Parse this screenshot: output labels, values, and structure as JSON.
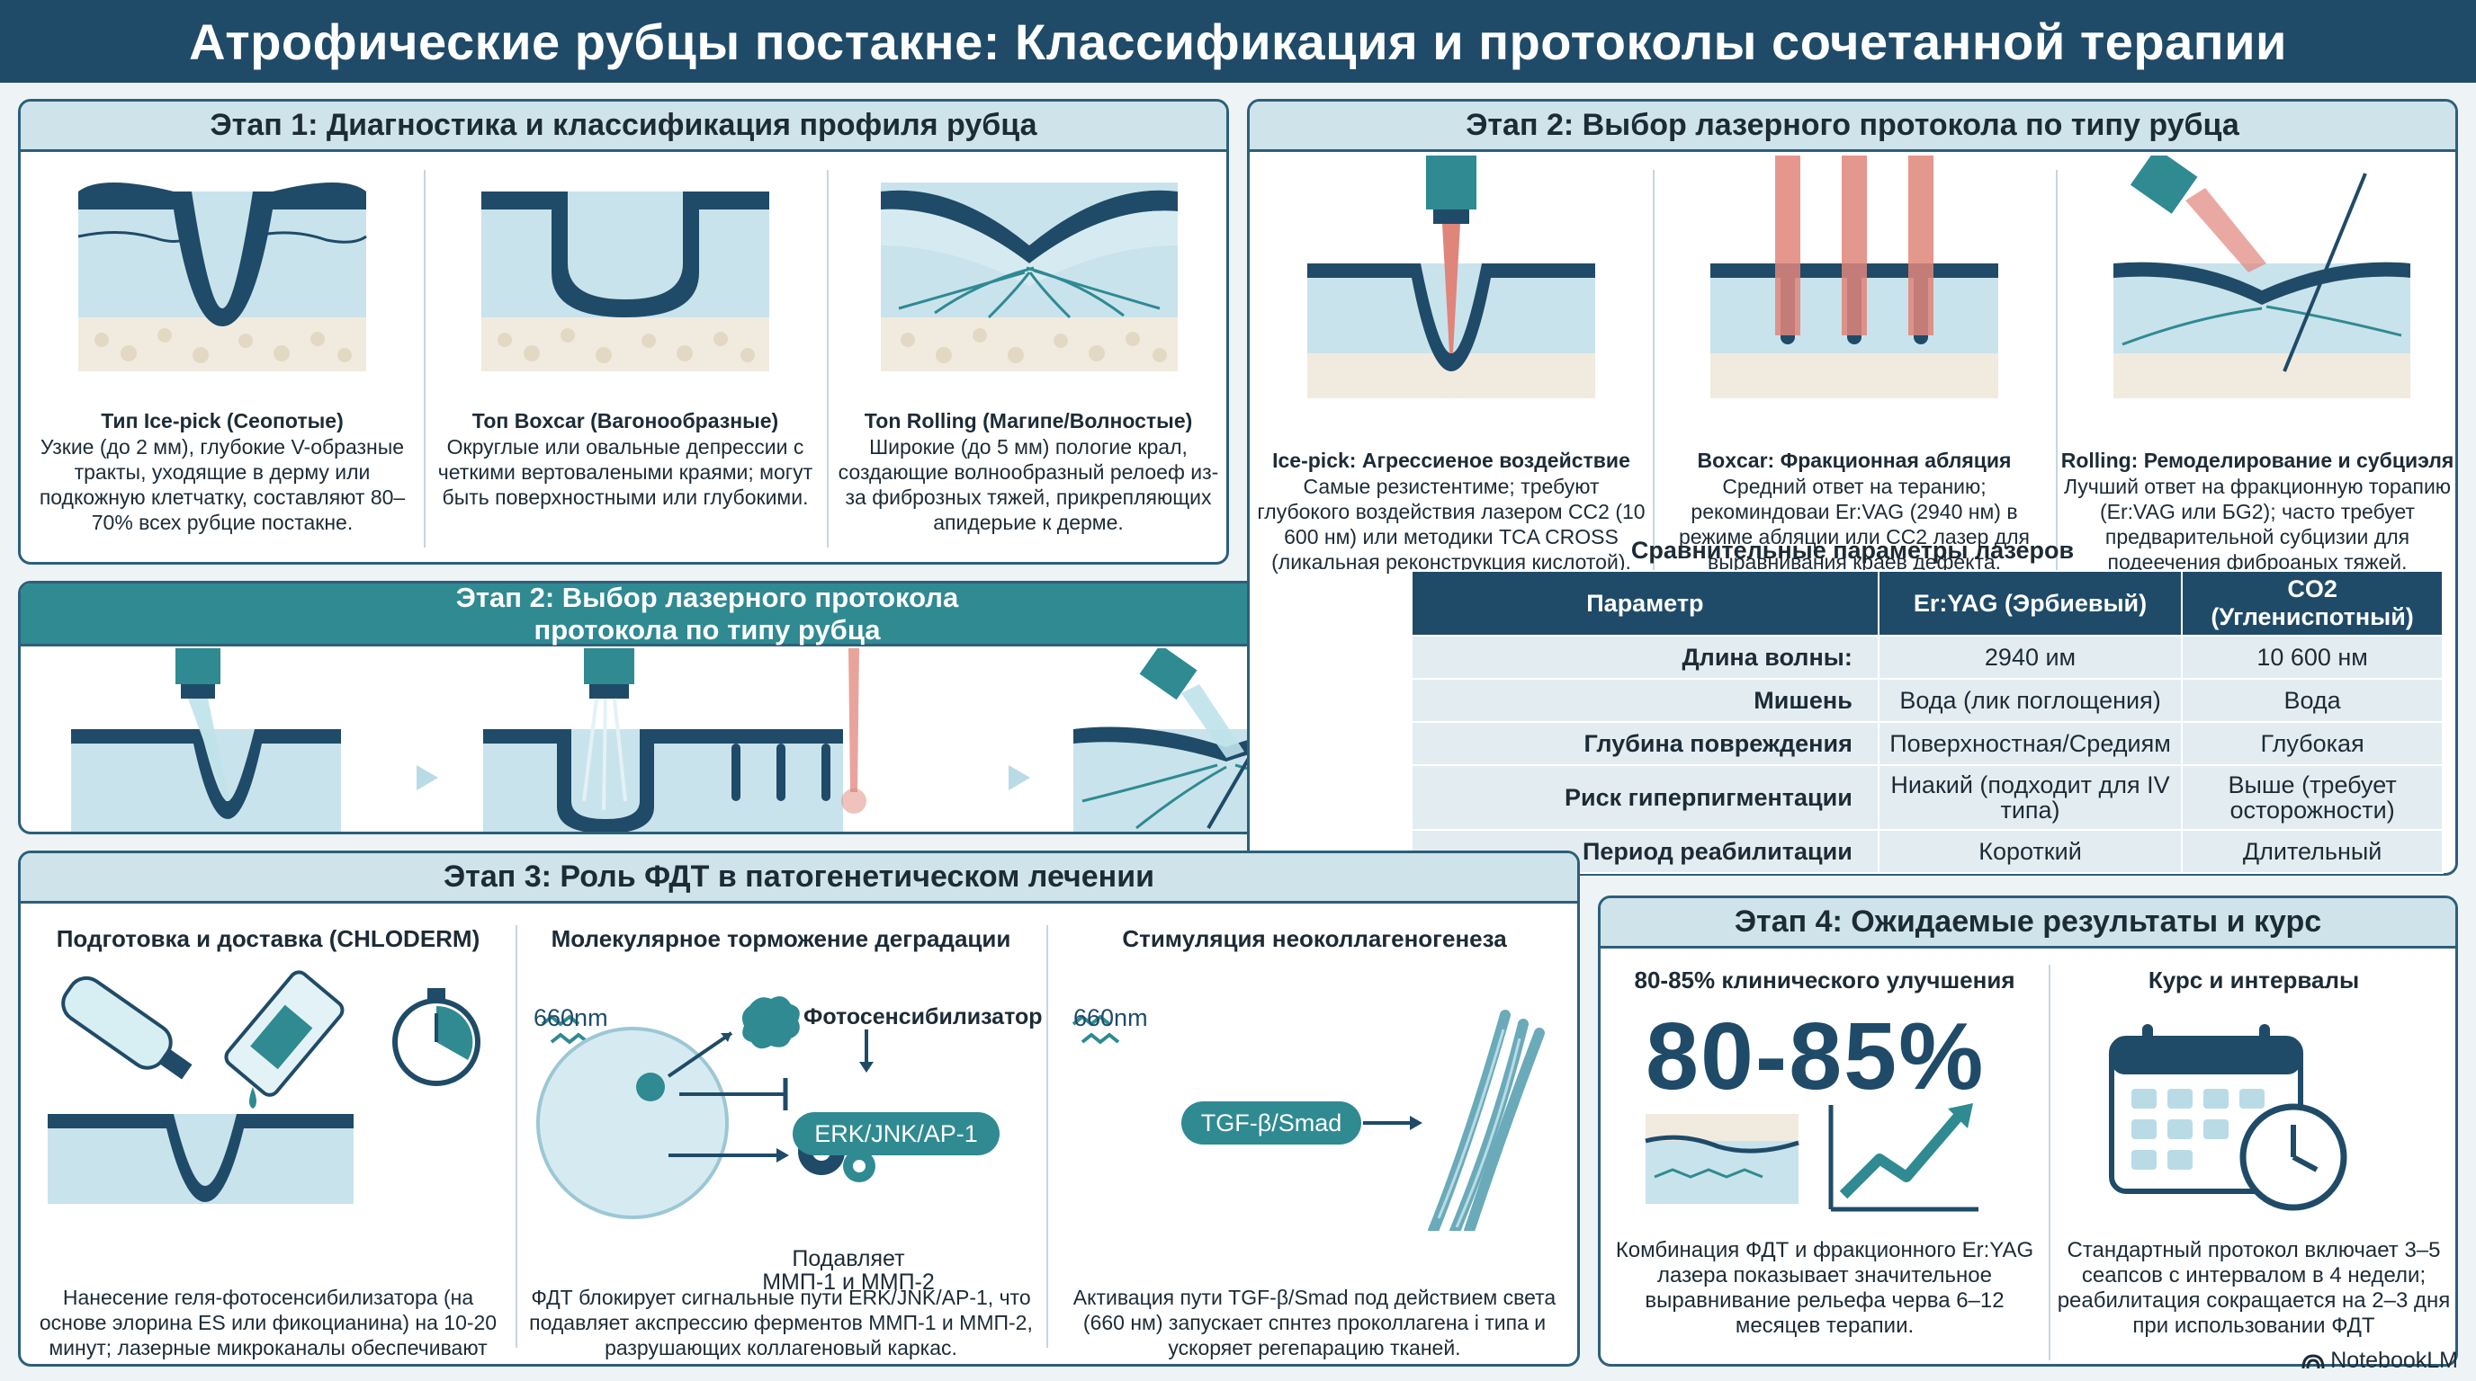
{
  "title": "Атрофические рубцы постакне: Классификация и протоколы сочетанной терапии",
  "stage1": {
    "heading": "Этап 1: Диагностика и классификация профиля рубца",
    "types": [
      {
        "title": "Тип Ice-pick (Сеопотые)",
        "text": "Узкие (до 2 мм), глубокие V-образные тракты, уходящие в дерму или подкожную клетчатку, составляют 80–70% всех рубцие постакне."
      },
      {
        "title": "Топ Boxcar (Вагонообразные)",
        "text": "Округлые или овальные депрессии с четкими вертовалеными краями; могут быть поверхностными или глубокими."
      },
      {
        "title": "Тоn Rolling (Магипе/Волностые)",
        "text": "Широкие (до 5 мм) пологие крал, создающие волнообразный релоеф из-за фиброзных тяжей, прикрепляющих апидерьие к дерме."
      }
    ]
  },
  "stage2_mini": {
    "heading_line1": "Этап 2: Выбор лазерного протокола",
    "heading_line2": "протокола по типу рубца"
  },
  "stage2": {
    "heading": "Этап 2: Выбор лазерного протокола по типу рубца",
    "types": [
      {
        "title": "Ice-pick: Агрессиеное воздействие",
        "text": "Самые резистентиме; требуют глубокого воздействия лазером СС2 (10 600 нм) или методики TCA CROSS (ликальная реконструкция кислотой)."
      },
      {
        "title": "Boxcar: Фракционная абляция",
        "text": "Средний ответ на теранию; рекоминдовaи Er:VAG (2940 нм) в режиме абляции или CC2 лазер для выравнивания краев дефекта."
      },
      {
        "title": "Rolling: Ремоделирование и субциэля",
        "text": "Лучший ответ на фракционную торапию (Er:VAG или БG2); часто требует предварительной субцизии для подеечения фиброаных тяжей."
      }
    ],
    "table_title": "Сравнительные параметры лазеров",
    "table_headers": [
      "Параметр",
      "Er:YAG (Эрбиевый)",
      "CO2 (Углениспотный)"
    ],
    "table_rows": [
      {
        "param": "Длина волны:",
        "er": "2940 им",
        "co2": "10 600 нм"
      },
      {
        "param": "Мишень",
        "er": "Вода (лик поглощения)",
        "co2": "Вода"
      },
      {
        "param": "Глубина повреждения",
        "er": "Поверхностная/Средиям",
        "co2": "Глубокая"
      },
      {
        "param": "Риск гиперпигментации",
        "er": "Ниакий (подходит для IV типа)",
        "co2": "Выше (требует осторожности)"
      },
      {
        "param": "Период реабилитации",
        "er": "Короткий",
        "co2": "Длительный"
      }
    ]
  },
  "stage3": {
    "heading": "Этап 3: Роль ФДТ в патогенетическом лечении",
    "cols": [
      {
        "title": "Подготовка и доставка (CHLODERM)",
        "text": "Нанесение геля-фотосенсибилизатора (на основе элорина ES или фикоцианина) на 10-20 минут; лазерные микроканалы обеспечивают проннановение препарата на всю глубину рубца."
      },
      {
        "title": "Молекулярное торможение деградации",
        "text": "ФДТ блокирует сигнальные пути ERK/JNK/AP-1, что подавляет акспрессию ферментов ММП-1 и ММП-2, разрушающих коллагеновый каркас."
      },
      {
        "title": "Стимуляция неоколлагеногенеза",
        "text": "Активация пути TGF-β/Smad под действием света (660 нм) запускает спнтез проколлагена і типа и ускоряет регепарацию тканей."
      }
    ],
    "label_660_a": "660nm",
    "label_photosens": "Фотосенсибилизатор",
    "pill_erk": "ERK/JNK/AP-1",
    "label_mmp": "Подавляет ММП-1 и ММП-2",
    "label_660_b": "660nm",
    "pill_tgf": "TGF-β/Smad"
  },
  "stage4": {
    "heading": "Этап 4: Ожидаемые результаты и курс",
    "left_title": "80-85% клинического улучшения",
    "big_number": "80-85%",
    "left_text": "Комбинация ФДТ и фракционного Er:YAG лазера показывает значительное выравнивание рельефа черва 6–12 месяцев терапии.",
    "right_title": "Курс и интервалы",
    "right_text": "Стандартный протокол включает 3–5 сеапсов с интервалом в 4 недели; реабилитация сокращается на 2–3 дня при использовании ФДТ"
  },
  "brand": "NotebookLM",
  "colors": {
    "navy": "#1f4b68",
    "teal": "#2f8a92",
    "light": "#cfe3ea",
    "skin": "#b9dbe6",
    "laser": "#e0857a"
  }
}
